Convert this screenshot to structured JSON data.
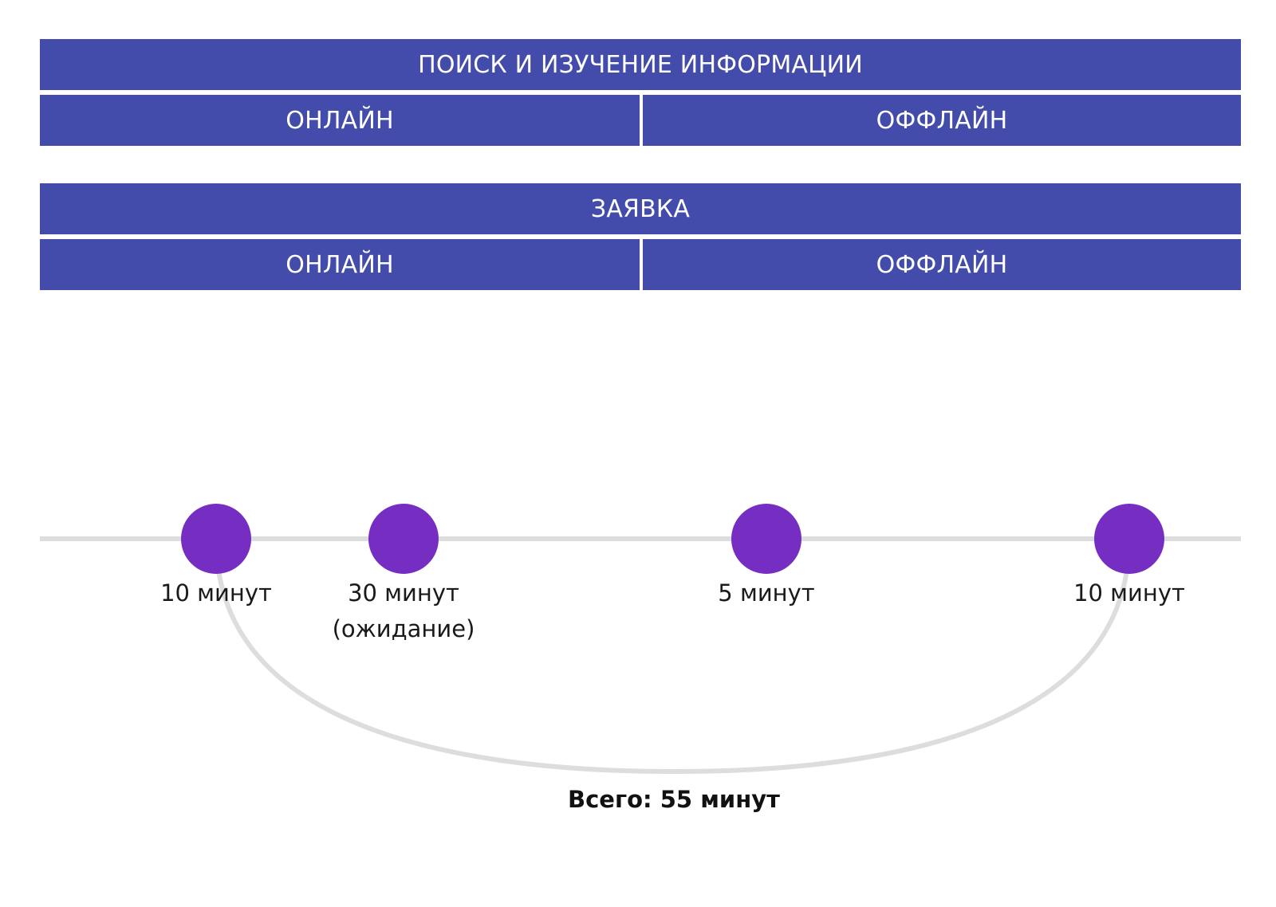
{
  "search_section": {
    "title": "ПОИСК И ИЗУЧЕНИЕ ИНФОРМАЦИИ",
    "online": "ОНЛАЙН",
    "offline": "ОФФЛАЙН"
  },
  "request_section": {
    "title": "ЗАЯВКА",
    "online": "ОНЛАЙН",
    "offline": "ОФФЛАЙН"
  },
  "timeline": {
    "steps": [
      {
        "line1": "10 минут",
        "line2": ""
      },
      {
        "line1": "30 минут",
        "line2": "(ожидание)"
      },
      {
        "line1": "5 минут",
        "line2": ""
      },
      {
        "line1": "10 минут",
        "line2": ""
      }
    ],
    "total": "Всего: 55 минут"
  },
  "colors": {
    "bar": "#434cab",
    "node": "#752dc2",
    "line": "#dddddd"
  }
}
